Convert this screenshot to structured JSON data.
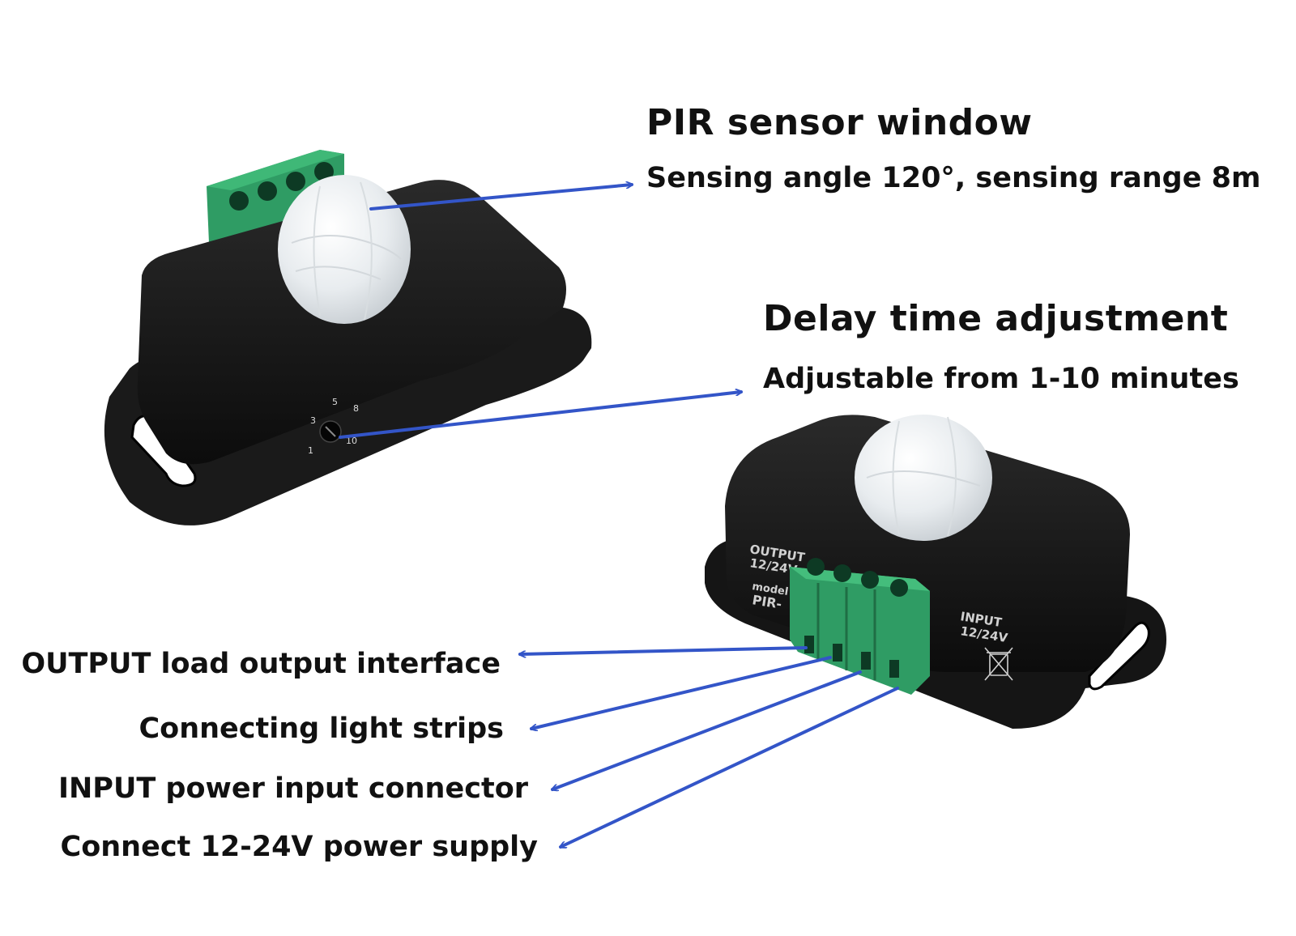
{
  "callouts": {
    "pir_title": "PIR sensor window",
    "pir_sub": "Sensing angle 120°, sensing range 8m",
    "delay_title": "Delay time adjustment",
    "delay_sub": "Adjustable from 1-10 minutes",
    "output_load": "OUTPUT load output interface",
    "light_strips": "Connecting light strips",
    "input_power": "INPUT power input connector",
    "power_supply": "Connect 12-24V power supply"
  },
  "device_markings": {
    "dial_numbers": [
      "1",
      "3",
      "5",
      "8",
      "10"
    ],
    "output_line1": "OUTPUT",
    "output_line2": "12/24V",
    "model_line1": "model",
    "model_line2": "PIR-",
    "input_line1": "INPUT",
    "input_line2": "12/24V"
  },
  "colors": {
    "arrow": "#3355c8",
    "device_body": "#141414",
    "terminal_block": "#2f9c64",
    "dome": "#eef1f3"
  }
}
